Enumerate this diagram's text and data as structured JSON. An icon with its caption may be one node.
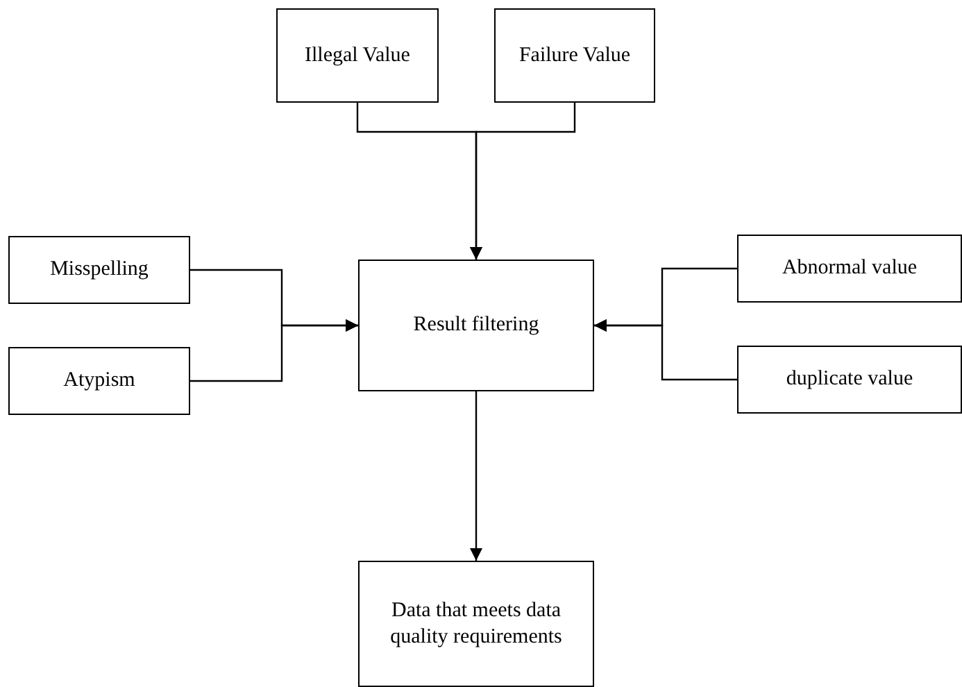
{
  "diagram": {
    "nodes": [
      {
        "text": [
          "Illegal Value"
        ]
      },
      {
        "text": [
          "Failure Value"
        ]
      },
      {
        "text": [
          "Misspelling"
        ]
      },
      {
        "text": [
          "Atypism"
        ]
      },
      {
        "text": [
          "Result filtering"
        ]
      },
      {
        "text": [
          "Abnormal value"
        ]
      },
      {
        "text": [
          "duplicate value"
        ]
      },
      {
        "text": [
          "Data that meets data quality requirements"
        ]
      }
    ],
    "edges": [
      {
        "from": 0,
        "to": 4,
        "arrow": "to"
      },
      {
        "from": 1,
        "to": 4,
        "arrow": "to"
      },
      {
        "from": 2,
        "to": 4,
        "arrow": "to"
      },
      {
        "from": 3,
        "to": 4,
        "arrow": "to"
      },
      {
        "from": 5,
        "to": 4,
        "arrow": "to"
      },
      {
        "from": 6,
        "to": 4,
        "arrow": "to"
      },
      {
        "from": 4,
        "to": 7,
        "arrow": "to"
      }
    ]
  }
}
